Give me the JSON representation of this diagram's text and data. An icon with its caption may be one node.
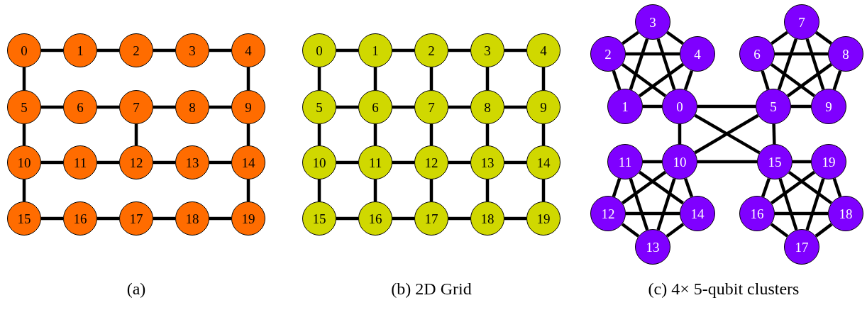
{
  "diagram": {
    "nodes": [
      {
        "text": [
          "0"
        ]
      },
      {
        "text": [
          "1"
        ]
      },
      {
        "text": [
          "2"
        ]
      },
      {
        "text": [
          "3"
        ]
      },
      {
        "text": [
          "4"
        ]
      },
      {
        "text": [
          "5"
        ]
      },
      {
        "text": [
          "6"
        ]
      },
      {
        "text": [
          "7"
        ]
      },
      {
        "text": [
          "8"
        ]
      },
      {
        "text": [
          "9"
        ]
      },
      {
        "text": [
          "10"
        ]
      },
      {
        "text": [
          "11"
        ]
      },
      {
        "text": [
          "12"
        ]
      },
      {
        "text": [
          "13"
        ]
      },
      {
        "text": [
          "14"
        ]
      },
      {
        "text": [
          "15"
        ]
      },
      {
        "text": [
          "16"
        ]
      },
      {
        "text": [
          "17"
        ]
      },
      {
        "text": [
          "18"
        ]
      },
      {
        "text": [
          "19"
        ]
      },
      {
        "text": [
          "0"
        ]
      },
      {
        "text": [
          "1"
        ]
      },
      {
        "text": [
          "2"
        ]
      },
      {
        "text": [
          "3"
        ]
      },
      {
        "text": [
          "4"
        ]
      },
      {
        "text": [
          "5"
        ]
      },
      {
        "text": [
          "6"
        ]
      },
      {
        "text": [
          "7"
        ]
      },
      {
        "text": [
          "8"
        ]
      },
      {
        "text": [
          "9"
        ]
      },
      {
        "text": [
          "10"
        ]
      },
      {
        "text": [
          "11"
        ]
      },
      {
        "text": [
          "12"
        ]
      },
      {
        "text": [
          "13"
        ]
      },
      {
        "text": [
          "14"
        ]
      },
      {
        "text": [
          "15"
        ]
      },
      {
        "text": [
          "16"
        ]
      },
      {
        "text": [
          "17"
        ]
      },
      {
        "text": [
          "18"
        ]
      },
      {
        "text": [
          "19"
        ]
      },
      {
        "text": [
          "0"
        ]
      },
      {
        "text": [
          "1"
        ]
      },
      {
        "text": [
          "2"
        ]
      },
      {
        "text": [
          "3"
        ]
      },
      {
        "text": [
          "4"
        ]
      },
      {
        "text": [
          "5"
        ]
      },
      {
        "text": [
          "6"
        ]
      },
      {
        "text": [
          "7"
        ]
      },
      {
        "text": [
          "8"
        ]
      },
      {
        "text": [
          "9"
        ]
      },
      {
        "text": [
          "10"
        ]
      },
      {
        "text": [
          "11"
        ]
      },
      {
        "text": [
          "12"
        ]
      },
      {
        "text": [
          "13"
        ]
      },
      {
        "text": [
          "14"
        ]
      },
      {
        "text": [
          "15"
        ]
      },
      {
        "text": [
          "16"
        ]
      },
      {
        "text": [
          "17"
        ]
      },
      {
        "text": [
          "18"
        ]
      },
      {
        "text": [
          "19"
        ]
      }
    ],
    "edges": [
      {
        "from": 0,
        "to": 1,
        "arrow": "none"
      },
      {
        "from": 1,
        "to": 2,
        "arrow": "none"
      },
      {
        "from": 2,
        "to": 3,
        "arrow": "none"
      },
      {
        "from": 3,
        "to": 4,
        "arrow": "none"
      },
      {
        "from": 5,
        "to": 6,
        "arrow": "none"
      },
      {
        "from": 6,
        "to": 7,
        "arrow": "none"
      },
      {
        "from": 7,
        "to": 8,
        "arrow": "none"
      },
      {
        "from": 8,
        "to": 9,
        "arrow": "none"
      },
      {
        "from": 10,
        "to": 11,
        "arrow": "none"
      },
      {
        "from": 11,
        "to": 12,
        "arrow": "none"
      },
      {
        "from": 12,
        "to": 13,
        "arrow": "none"
      },
      {
        "from": 13,
        "to": 14,
        "arrow": "none"
      },
      {
        "from": 15,
        "to": 16,
        "arrow": "none"
      },
      {
        "from": 16,
        "to": 17,
        "arrow": "none"
      },
      {
        "from": 17,
        "to": 18,
        "arrow": "none"
      },
      {
        "from": 18,
        "to": 19,
        "arrow": "none"
      },
      {
        "from": 0,
        "to": 5,
        "arrow": "none"
      },
      {
        "from": 4,
        "to": 9,
        "arrow": "none"
      },
      {
        "from": 5,
        "to": 10,
        "arrow": "none"
      },
      {
        "from": 7,
        "to": 12,
        "arrow": "none"
      },
      {
        "from": 9,
        "to": 14,
        "arrow": "none"
      },
      {
        "from": 10,
        "to": 15,
        "arrow": "none"
      },
      {
        "from": 14,
        "to": 19,
        "arrow": "none"
      },
      {
        "from": 20,
        "to": 21,
        "arrow": "none"
      },
      {
        "from": 21,
        "to": 22,
        "arrow": "none"
      },
      {
        "from": 22,
        "to": 23,
        "arrow": "none"
      },
      {
        "from": 23,
        "to": 24,
        "arrow": "none"
      },
      {
        "from": 25,
        "to": 26,
        "arrow": "none"
      },
      {
        "from": 26,
        "to": 27,
        "arrow": "none"
      },
      {
        "from": 27,
        "to": 28,
        "arrow": "none"
      },
      {
        "from": 28,
        "to": 29,
        "arrow": "none"
      },
      {
        "from": 30,
        "to": 31,
        "arrow": "none"
      },
      {
        "from": 31,
        "to": 32,
        "arrow": "none"
      },
      {
        "from": 32,
        "to": 33,
        "arrow": "none"
      },
      {
        "from": 33,
        "to": 34,
        "arrow": "none"
      },
      {
        "from": 35,
        "to": 36,
        "arrow": "none"
      },
      {
        "from": 36,
        "to": 37,
        "arrow": "none"
      },
      {
        "from": 37,
        "to": 38,
        "arrow": "none"
      },
      {
        "from": 38,
        "to": 39,
        "arrow": "none"
      },
      {
        "from": 20,
        "to": 25,
        "arrow": "none"
      },
      {
        "from": 21,
        "to": 26,
        "arrow": "none"
      },
      {
        "from": 22,
        "to": 27,
        "arrow": "none"
      },
      {
        "from": 23,
        "to": 28,
        "arrow": "none"
      },
      {
        "from": 24,
        "to": 29,
        "arrow": "none"
      },
      {
        "from": 25,
        "to": 30,
        "arrow": "none"
      },
      {
        "from": 26,
        "to": 31,
        "arrow": "none"
      },
      {
        "from": 27,
        "to": 32,
        "arrow": "none"
      },
      {
        "from": 28,
        "to": 33,
        "arrow": "none"
      },
      {
        "from": 29,
        "to": 34,
        "arrow": "none"
      },
      {
        "from": 30,
        "to": 35,
        "arrow": "none"
      },
      {
        "from": 31,
        "to": 36,
        "arrow": "none"
      },
      {
        "from": 32,
        "to": 37,
        "arrow": "none"
      },
      {
        "from": 33,
        "to": 38,
        "arrow": "none"
      },
      {
        "from": 34,
        "to": 39,
        "arrow": "none"
      },
      {
        "from": 40,
        "to": 41,
        "arrow": "none"
      },
      {
        "from": 40,
        "to": 42,
        "arrow": "none"
      },
      {
        "from": 40,
        "to": 43,
        "arrow": "none"
      },
      {
        "from": 40,
        "to": 44,
        "arrow": "none"
      },
      {
        "from": 41,
        "to": 42,
        "arrow": "none"
      },
      {
        "from": 41,
        "to": 43,
        "arrow": "none"
      },
      {
        "from": 41,
        "to": 44,
        "arrow": "none"
      },
      {
        "from": 42,
        "to": 43,
        "arrow": "none"
      },
      {
        "from": 42,
        "to": 44,
        "arrow": "none"
      },
      {
        "from": 43,
        "to": 44,
        "arrow": "none"
      },
      {
        "from": 45,
        "to": 46,
        "arrow": "none"
      },
      {
        "from": 45,
        "to": 47,
        "arrow": "none"
      },
      {
        "from": 45,
        "to": 48,
        "arrow": "none"
      },
      {
        "from": 45,
        "to": 49,
        "arrow": "none"
      },
      {
        "from": 46,
        "to": 47,
        "arrow": "none"
      },
      {
        "from": 46,
        "to": 48,
        "arrow": "none"
      },
      {
        "from": 46,
        "to": 49,
        "arrow": "none"
      },
      {
        "from": 47,
        "to": 48,
        "arrow": "none"
      },
      {
        "from": 47,
        "to": 49,
        "arrow": "none"
      },
      {
        "from": 48,
        "to": 49,
        "arrow": "none"
      },
      {
        "from": 50,
        "to": 51,
        "arrow": "none"
      },
      {
        "from": 50,
        "to": 52,
        "arrow": "none"
      },
      {
        "from": 50,
        "to": 53,
        "arrow": "none"
      },
      {
        "from": 50,
        "to": 54,
        "arrow": "none"
      },
      {
        "from": 51,
        "to": 52,
        "arrow": "none"
      },
      {
        "from": 51,
        "to": 53,
        "arrow": "none"
      },
      {
        "from": 51,
        "to": 54,
        "arrow": "none"
      },
      {
        "from": 52,
        "to": 53,
        "arrow": "none"
      },
      {
        "from": 52,
        "to": 54,
        "arrow": "none"
      },
      {
        "from": 53,
        "to": 54,
        "arrow": "none"
      },
      {
        "from": 55,
        "to": 56,
        "arrow": "none"
      },
      {
        "from": 55,
        "to": 57,
        "arrow": "none"
      },
      {
        "from": 55,
        "to": 58,
        "arrow": "none"
      },
      {
        "from": 55,
        "to": 59,
        "arrow": "none"
      },
      {
        "from": 56,
        "to": 57,
        "arrow": "none"
      },
      {
        "from": 56,
        "to": 58,
        "arrow": "none"
      },
      {
        "from": 56,
        "to": 59,
        "arrow": "none"
      },
      {
        "from": 57,
        "to": 58,
        "arrow": "none"
      },
      {
        "from": 57,
        "to": 59,
        "arrow": "none"
      },
      {
        "from": 58,
        "to": 59,
        "arrow": "none"
      },
      {
        "from": 40,
        "to": 45,
        "arrow": "none"
      },
      {
        "from": 40,
        "to": 50,
        "arrow": "none"
      },
      {
        "from": 40,
        "to": 55,
        "arrow": "none"
      },
      {
        "from": 45,
        "to": 50,
        "arrow": "none"
      },
      {
        "from": 45,
        "to": 55,
        "arrow": "none"
      },
      {
        "from": 50,
        "to": 55,
        "arrow": "none"
      }
    ],
    "labels": [
      "(a)",
      "(b) 2D Grid",
      "(c) 4× 5-qubit clusters"
    ]
  }
}
